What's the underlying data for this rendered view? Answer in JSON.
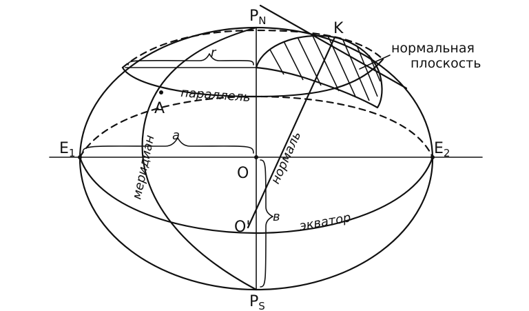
{
  "labels": {
    "pn": "P",
    "pn_sub": "N",
    "ps": "P",
    "ps_sub": "S",
    "k": "K",
    "a_point": "A",
    "e1": "E",
    "e1_sub": "1",
    "e2": "E",
    "e2_sub": "2",
    "o": "O",
    "o_prime": "O'",
    "r": "r",
    "a": "a",
    "b": "в",
    "parallel": "параллель",
    "meridian": "меридиан",
    "normal": "нормаль",
    "equator": "экватор",
    "plane_line1": "нормальная",
    "plane_line2": "плоскость"
  }
}
